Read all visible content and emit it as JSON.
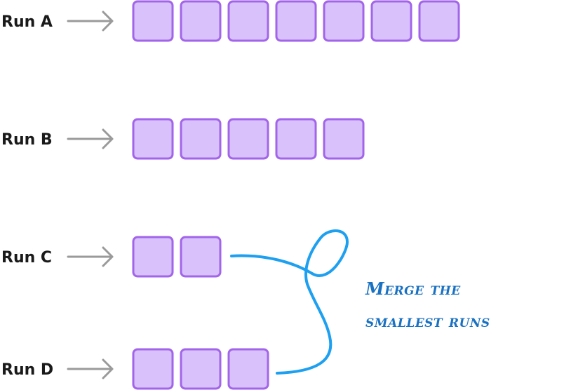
{
  "colors": {
    "block_fill": "#d9c2fb",
    "block_stroke": "#a265ea",
    "arrow": "#9a9a9a",
    "connector": "#1ea0f0",
    "annotation_text": "#1971c2",
    "label_text": "#1a1a1a"
  },
  "runs": [
    {
      "label": "Run A",
      "block_count": 7
    },
    {
      "label": "Run B",
      "block_count": 5
    },
    {
      "label": "Run C",
      "block_count": 2
    },
    {
      "label": "Run D",
      "block_count": 3
    }
  ],
  "annotation": {
    "line1": "Merge the",
    "line2": "smallest runs"
  }
}
